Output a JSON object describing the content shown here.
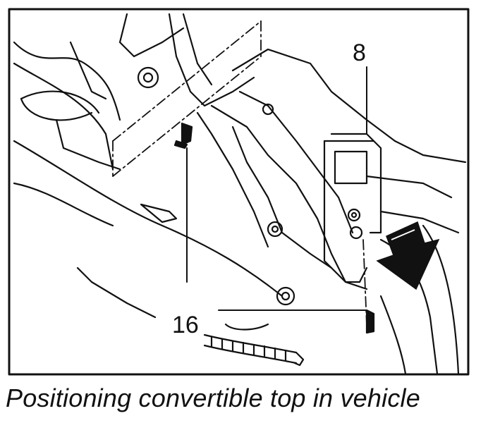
{
  "callouts": {
    "part_8": "8",
    "part_16": "16"
  },
  "caption": "Positioning convertible top in vehicle",
  "icons": [
    "down-arrow-icon"
  ],
  "colors": {
    "line": "#111111",
    "background": "#ffffff",
    "arrow": "#111111"
  }
}
